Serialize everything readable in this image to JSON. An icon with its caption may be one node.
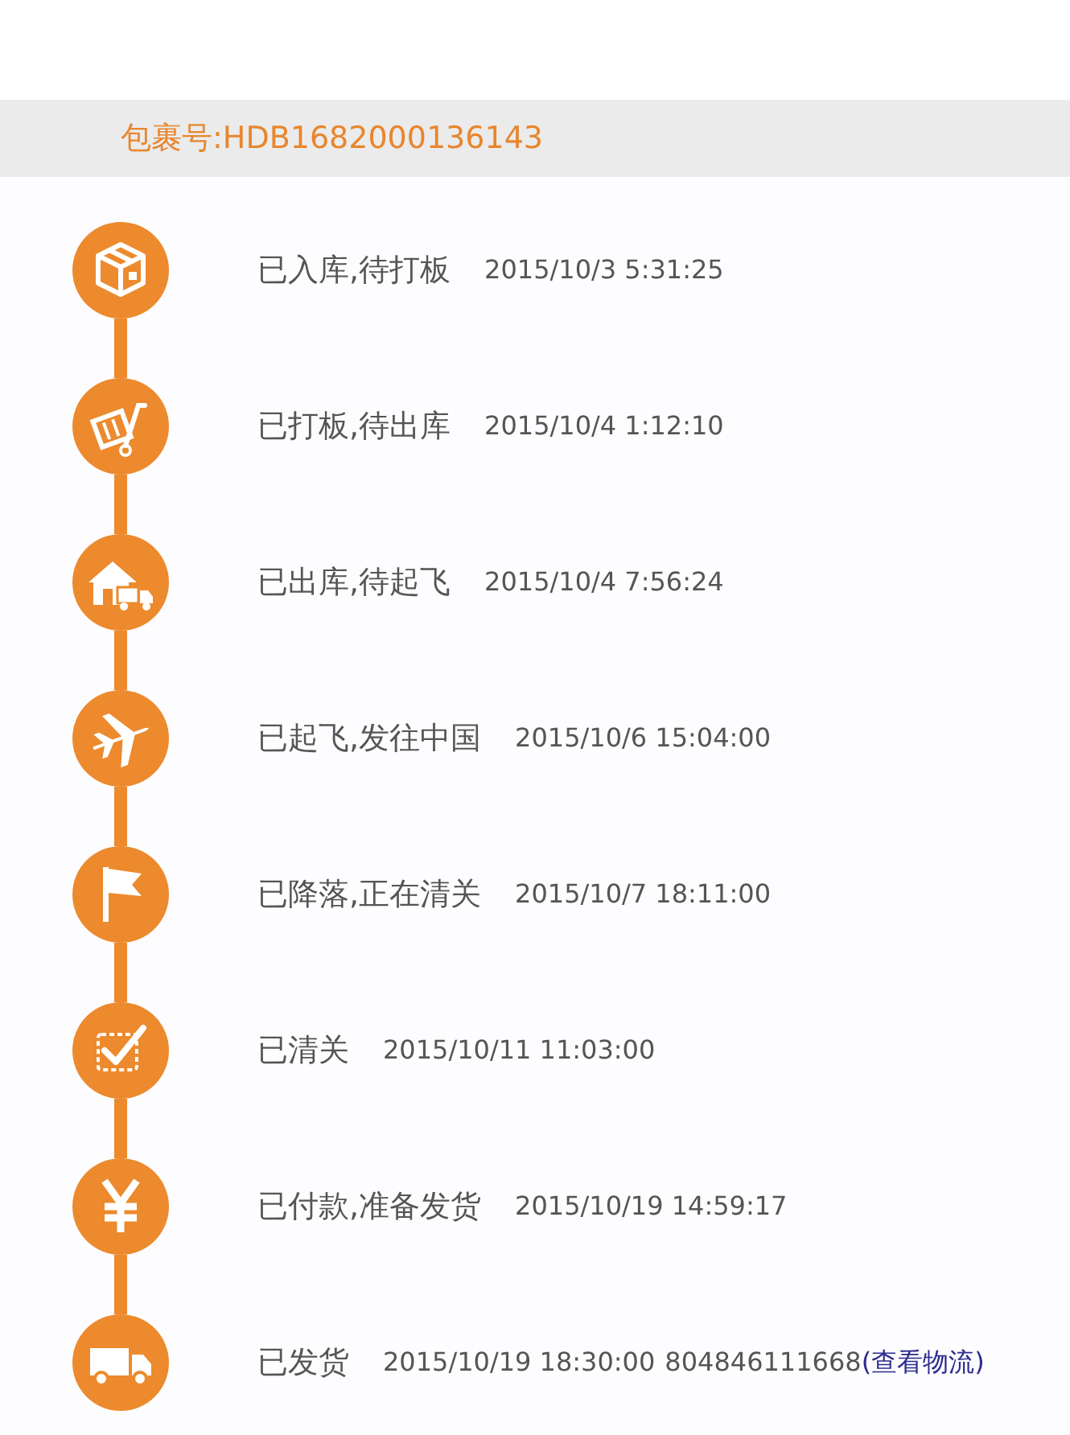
{
  "diagram": {
    "title": "包裹号:HDB1682000136143",
    "nodes": [
      {
        "text": [],
        "shape": "circle",
        "beside": [
          "已入库,待打板",
          "2015/10/3 5:31:25"
        ]
      },
      {
        "text": [],
        "shape": "circle",
        "beside": [
          "已打板,待出库",
          "2015/10/4 1:12:10"
        ]
      },
      {
        "text": [],
        "shape": "circle",
        "beside": [
          "已出库,待起飞",
          "2015/10/4 7:56:24"
        ]
      },
      {
        "text": [],
        "shape": "circle",
        "beside": [
          "已起飞,发往中国",
          "2015/10/6 15:04:00"
        ]
      },
      {
        "text": [],
        "shape": "circle",
        "beside": [
          "已降落,正在清关",
          "2015/10/7 18:11:00"
        ]
      },
      {
        "text": [],
        "shape": "circle",
        "beside": [
          "已清关",
          "2015/10/11 11:03:00"
        ]
      },
      {
        "text": [],
        "shape": "circle",
        "beside": [
          "已付款,准备发货",
          "2015/10/19 14:59:17"
        ]
      },
      {
        "text": [],
        "shape": "circle",
        "beside": [
          "已发货",
          "2015/10/19 18:30:00",
          "804846111668",
          "(查看物流)"
        ]
      }
    ],
    "edges": [
      {
        "from": 0,
        "to": 1,
        "arrow": "none"
      },
      {
        "from": 1,
        "to": 2,
        "arrow": "none"
      },
      {
        "from": 2,
        "to": 3,
        "arrow": "none"
      },
      {
        "from": 3,
        "to": 4,
        "arrow": "none"
      },
      {
        "from": 4,
        "to": 5,
        "arrow": "none"
      },
      {
        "from": 5,
        "to": 6,
        "arrow": "none"
      },
      {
        "from": 6,
        "to": 7,
        "arrow": "none"
      }
    ]
  }
}
